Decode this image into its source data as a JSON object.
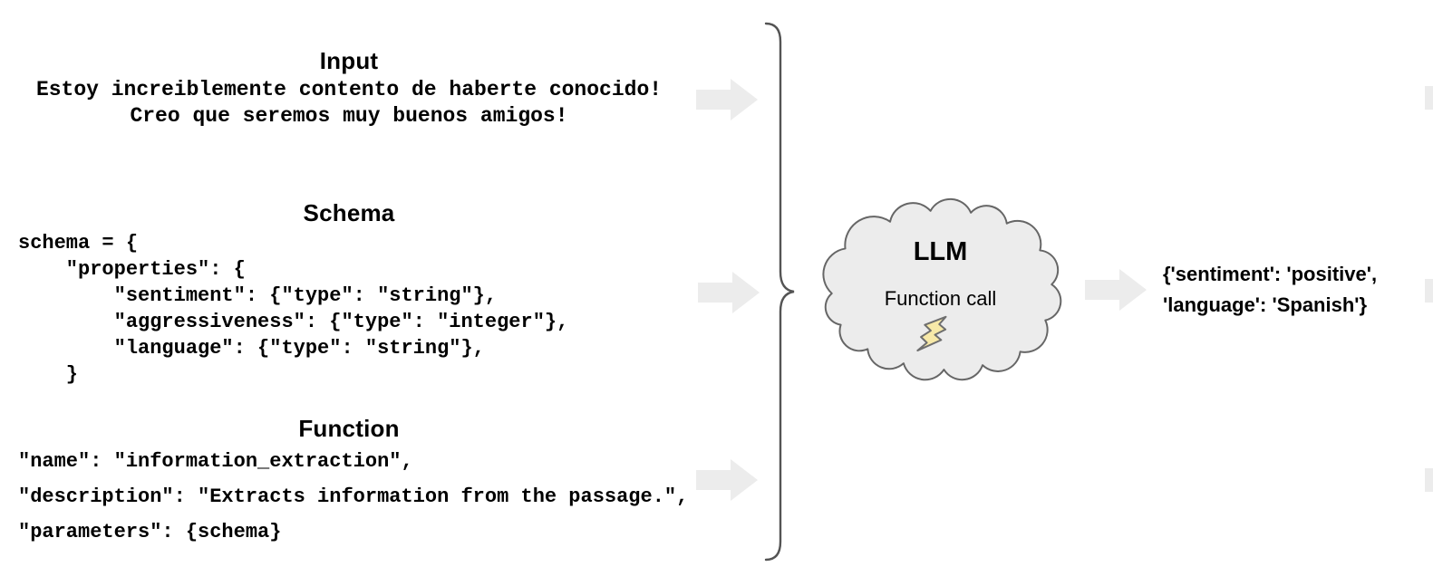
{
  "sections": {
    "input": {
      "heading": "Input",
      "lines": [
        "Estoy increiblemente contento de haberte conocido!",
        "Creo que seremos muy buenos amigos!"
      ]
    },
    "schema": {
      "heading": "Schema",
      "code_lines": [
        "schema = {",
        "    \"properties\": {",
        "        \"sentiment\": {\"type\": \"string\"},",
        "        \"aggressiveness\": {\"type\": \"integer\"},",
        "        \"language\": {\"type\": \"string\"},",
        "    }"
      ]
    },
    "function": {
      "heading": "Function",
      "code_lines": [
        "\"name\": \"information_extraction\",",
        "\"description\": \"Extracts information from the passage.\",",
        "\"parameters\": {schema}"
      ]
    }
  },
  "llm_cloud": {
    "title": "LLM",
    "subtitle": "Function call",
    "icon": "lightning-bolt"
  },
  "output": {
    "lines": [
      "{'sentiment': 'positive',",
      "'language': 'Spanish'}"
    ]
  },
  "colors": {
    "arrow_fill": "#ececec",
    "cloud_fill": "#ececec",
    "cloud_stroke": "#666666",
    "brace_stroke": "#545454",
    "bolt_fill": "#f7e9a8",
    "bolt_stroke": "#6e6e6e",
    "text": "#000000"
  }
}
